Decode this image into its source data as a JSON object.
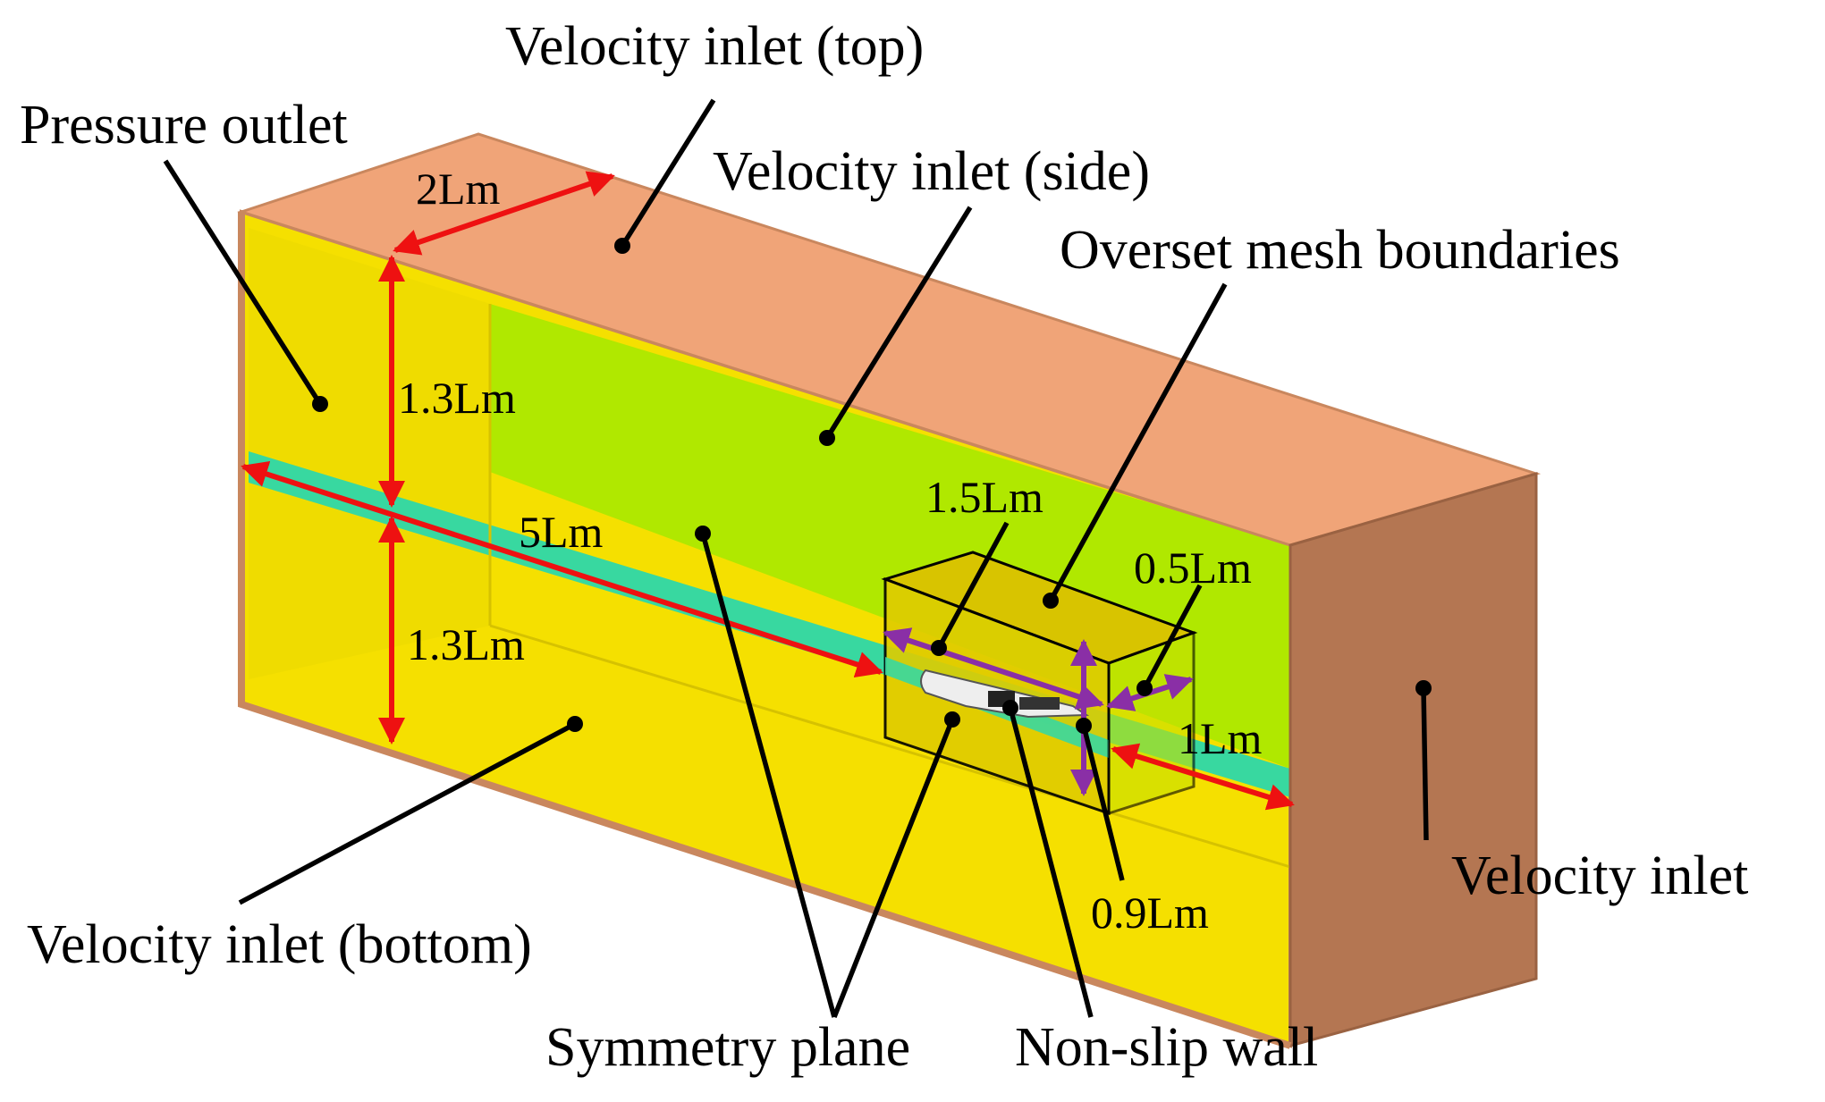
{
  "colors": {
    "top_face": "#f0a478",
    "end_face": "#b47652",
    "side_face": "#f5e000",
    "symmetry_band": "#b0e800",
    "waterline": "#38d8a0",
    "dimension_arrow": "#ee1111",
    "overset_arrow": "#8a2fa6"
  },
  "boundary_labels": {
    "velocity_inlet_top": "Velocity inlet (top)",
    "pressure_outlet": "Pressure outlet",
    "velocity_inlet_side": "Velocity inlet (side)",
    "overset_mesh_boundaries": "Overset mesh boundaries",
    "velocity_inlet": "Velocity inlet",
    "velocity_inlet_bottom": "Velocity inlet (bottom)",
    "symmetry_plane": "Symmetry plane",
    "non_slip_wall": "Non-slip wall"
  },
  "dimensions": {
    "width_top": "2Lm",
    "height_upper": "1.3Lm",
    "length": "5Lm",
    "height_lower": "1.3Lm",
    "overset_length": "1.5Lm",
    "overset_width": "0.5Lm",
    "aft_distance": "1Lm",
    "overset_height": "0.9Lm"
  }
}
